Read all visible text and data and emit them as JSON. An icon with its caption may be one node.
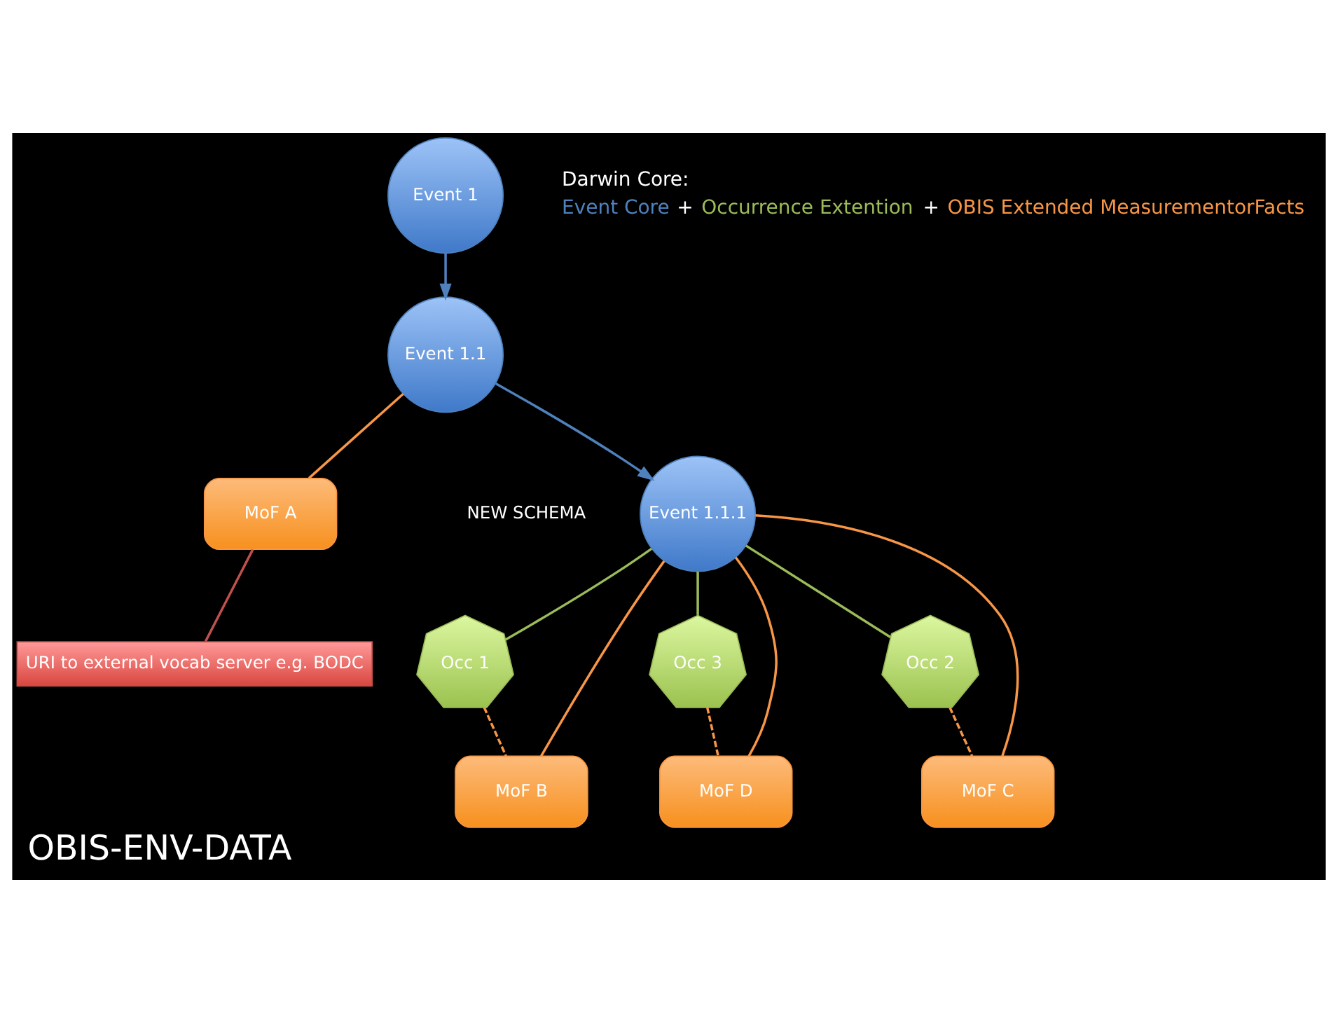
{
  "diagram": {
    "title": "OBIS-ENV-DATA",
    "nodes": [
      {
        "text": [
          "Event 1"
        ]
      },
      {
        "text": [
          "Event 1.1"
        ]
      },
      {
        "text": [
          "MoF A"
        ]
      },
      {
        "text": [
          "URI to external vocab server e.g. BODC"
        ]
      },
      {
        "text": [
          "Event 1.1.1"
        ]
      },
      {
        "text": [
          "Occ 1"
        ]
      },
      {
        "text": [
          "MoF B"
        ]
      },
      {
        "text": [
          "Occ 3"
        ]
      },
      {
        "text": [
          "Occ 2"
        ]
      },
      {
        "text": [
          "MoF C"
        ]
      },
      {
        "text": [
          "MoF D"
        ]
      }
    ],
    "edges": [
      {
        "from": 0,
        "to": 1,
        "arrow": "to",
        "color": "#4f81bd"
      },
      {
        "from": 1,
        "to": 4,
        "arrow": "to",
        "color": "#4f81bd"
      },
      {
        "from": 1,
        "to": 2,
        "arrow": "none"
      },
      {
        "from": 2,
        "to": 3,
        "arrow": "none",
        "color": "#c0504d"
      },
      {
        "from": 4,
        "to": 6,
        "arrow": "none"
      },
      {
        "from": 4,
        "to": 5,
        "arrow": "none",
        "color": "#9bbb59"
      },
      {
        "from": 5,
        "to": 6,
        "arrow": "none",
        "style": "dashed"
      },
      {
        "from": 4,
        "to": 7,
        "arrow": "none",
        "color": "#9bbb59"
      },
      {
        "from": 4,
        "to": 8,
        "arrow": "none",
        "color": "#9bbb59"
      },
      {
        "from": 4,
        "to": 9,
        "arrow": "none"
      },
      {
        "from": 4,
        "to": 10,
        "arrow": "none"
      },
      {
        "from": 8,
        "to": 9,
        "arrow": "none",
        "style": "dashed"
      },
      {
        "from": 7,
        "to": 10,
        "arrow": "none",
        "style": "dashed"
      }
    ],
    "labels": [
      "Darwin Core:",
      "Event Core",
      "+",
      "Occurrence Extention",
      "+",
      "OBIS Extended MeasurementorFacts",
      "NEW SCHEMA"
    ]
  }
}
